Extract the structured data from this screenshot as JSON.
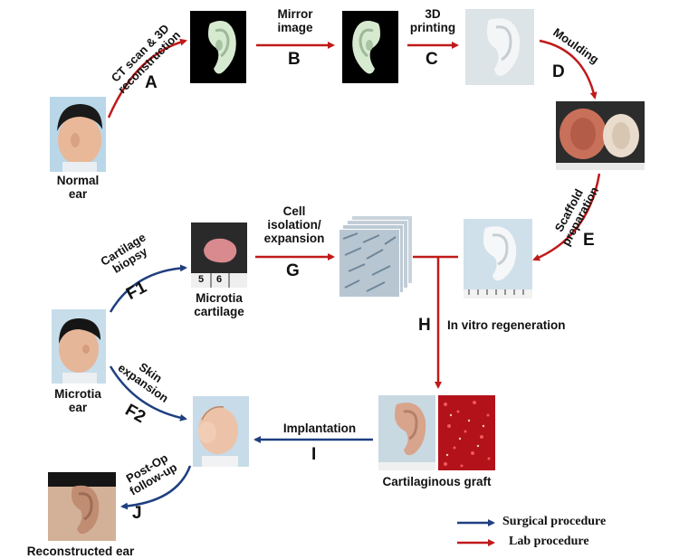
{
  "colors": {
    "surgical": "#1f3f80",
    "lab": "#c01a1a"
  },
  "nodes": {
    "normal_ear": "Normal\near",
    "microtia_ear": "Microtia\near",
    "microtia_cartilage": "Microtia\ncartilage",
    "cartilaginous_graft": "Cartilaginous graft",
    "reconstructed_ear": "Reconstructed ear"
  },
  "ruler_numbers": [
    "5",
    "6"
  ],
  "steps": {
    "A": {
      "letter": "A",
      "label": "CT scan & 3D\nreconstruction"
    },
    "B": {
      "letter": "B",
      "label": "Mirror\nimage"
    },
    "C": {
      "letter": "C",
      "label": "3D\nprinting"
    },
    "D": {
      "letter": "D",
      "label": "Moulding"
    },
    "E": {
      "letter": "E",
      "label": "Scaffold\npreparation"
    },
    "F1": {
      "letter": "F1",
      "label": "Cartilage\nbiopsy"
    },
    "F2": {
      "letter": "F2",
      "label": "Skin\nexpansion"
    },
    "G": {
      "letter": "G",
      "label": "Cell\nisolation/\nexpansion"
    },
    "H": {
      "letter": "H",
      "label": "In vitro regeneration"
    },
    "I": {
      "letter": "I",
      "label": "Implantation"
    },
    "J": {
      "letter": "J",
      "label": "Post-Op\nfollow-up"
    }
  },
  "legend": {
    "surgical": "Surgical procedure",
    "lab": "Lab procedure"
  }
}
